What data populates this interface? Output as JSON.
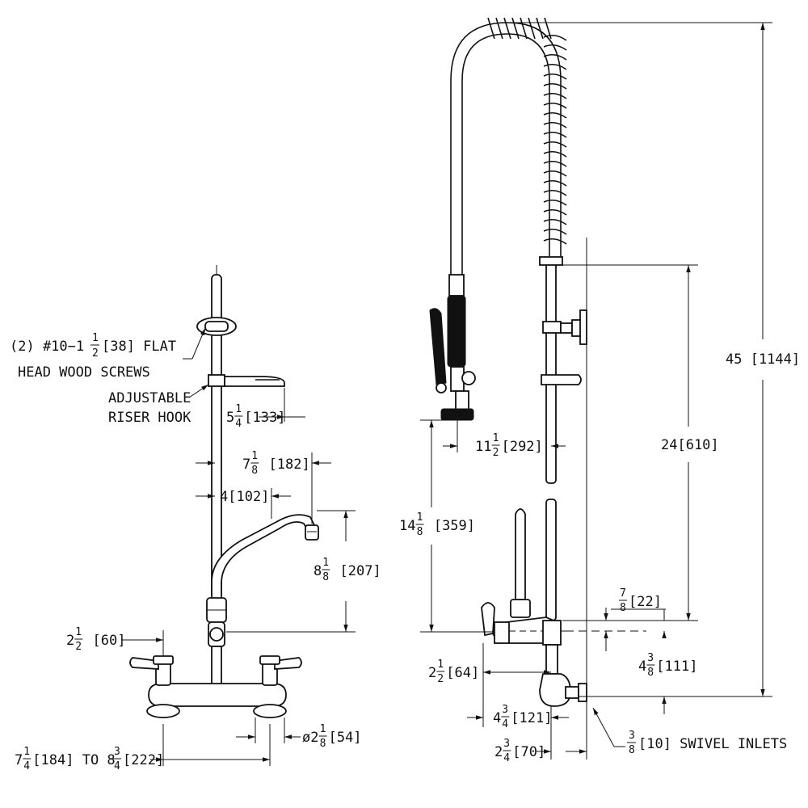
{
  "labels": {
    "screws_a": "(2) #10−1",
    "screws_a_num": "1",
    "screws_a_den": "2",
    "screws_b": "[38] FLAT",
    "screws_c": "HEAD WOOD SCREWS",
    "hook_a": "ADJUSTABLE",
    "hook_b": "RISER HOOK",
    "swivel": "[10] SWIVEL INLETS",
    "swivel_num": "3",
    "swivel_den": "8"
  },
  "dimensions": [
    {
      "id": "dim-5-1-4",
      "whole": "5",
      "num": "1",
      "den": "4",
      "rest": "[133]"
    },
    {
      "id": "dim-7-1-8",
      "whole": "7",
      "num": "1",
      "den": "8",
      "rest": " [182]"
    },
    {
      "id": "dim-4",
      "whole": "",
      "num": "",
      "den": "",
      "rest": "4[102]"
    },
    {
      "id": "dim-8-1-8",
      "whole": "8",
      "num": "1",
      "den": "8",
      "rest": " [207]"
    },
    {
      "id": "dim-2-1-2-60",
      "whole": "2",
      "num": "1",
      "den": "2",
      "rest": " [60]"
    },
    {
      "id": "dim-7-1-4",
      "whole": "7",
      "num": "1",
      "den": "4",
      "rest": "[184] TO 8"
    },
    {
      "id": "dim-8-3-4",
      "whole": "",
      "num": "3",
      "den": "4",
      "rest": "[222]"
    },
    {
      "id": "dim-dia-2-1-8",
      "whole": "ø2",
      "num": "1",
      "den": "8",
      "rest": "[54]"
    },
    {
      "id": "dim-11-1-2",
      "whole": "11",
      "num": "1",
      "den": "2",
      "rest": "[292]"
    },
    {
      "id": "dim-14-1-8",
      "whole": "14",
      "num": "1",
      "den": "8",
      "rest": " [359]"
    },
    {
      "id": "dim-45",
      "whole": "",
      "num": "",
      "den": "",
      "rest": "45 [1144]"
    },
    {
      "id": "dim-24",
      "whole": "",
      "num": "",
      "den": "",
      "rest": "24[610]"
    },
    {
      "id": "dim-7-8",
      "whole": "",
      "num": "7",
      "den": "8",
      "rest": "[22]"
    },
    {
      "id": "dim-2-1-2-64",
      "whole": "2",
      "num": "1",
      "den": "2",
      "rest": "[64]"
    },
    {
      "id": "dim-4-3-8",
      "whole": "4",
      "num": "3",
      "den": "8",
      "rest": "[111]"
    },
    {
      "id": "dim-4-3-4",
      "whole": "4",
      "num": "3",
      "den": "4",
      "rest": "[121]"
    },
    {
      "id": "dim-2-3-4",
      "whole": "2",
      "num": "3",
      "den": "4",
      "rest": "[70]"
    }
  ]
}
